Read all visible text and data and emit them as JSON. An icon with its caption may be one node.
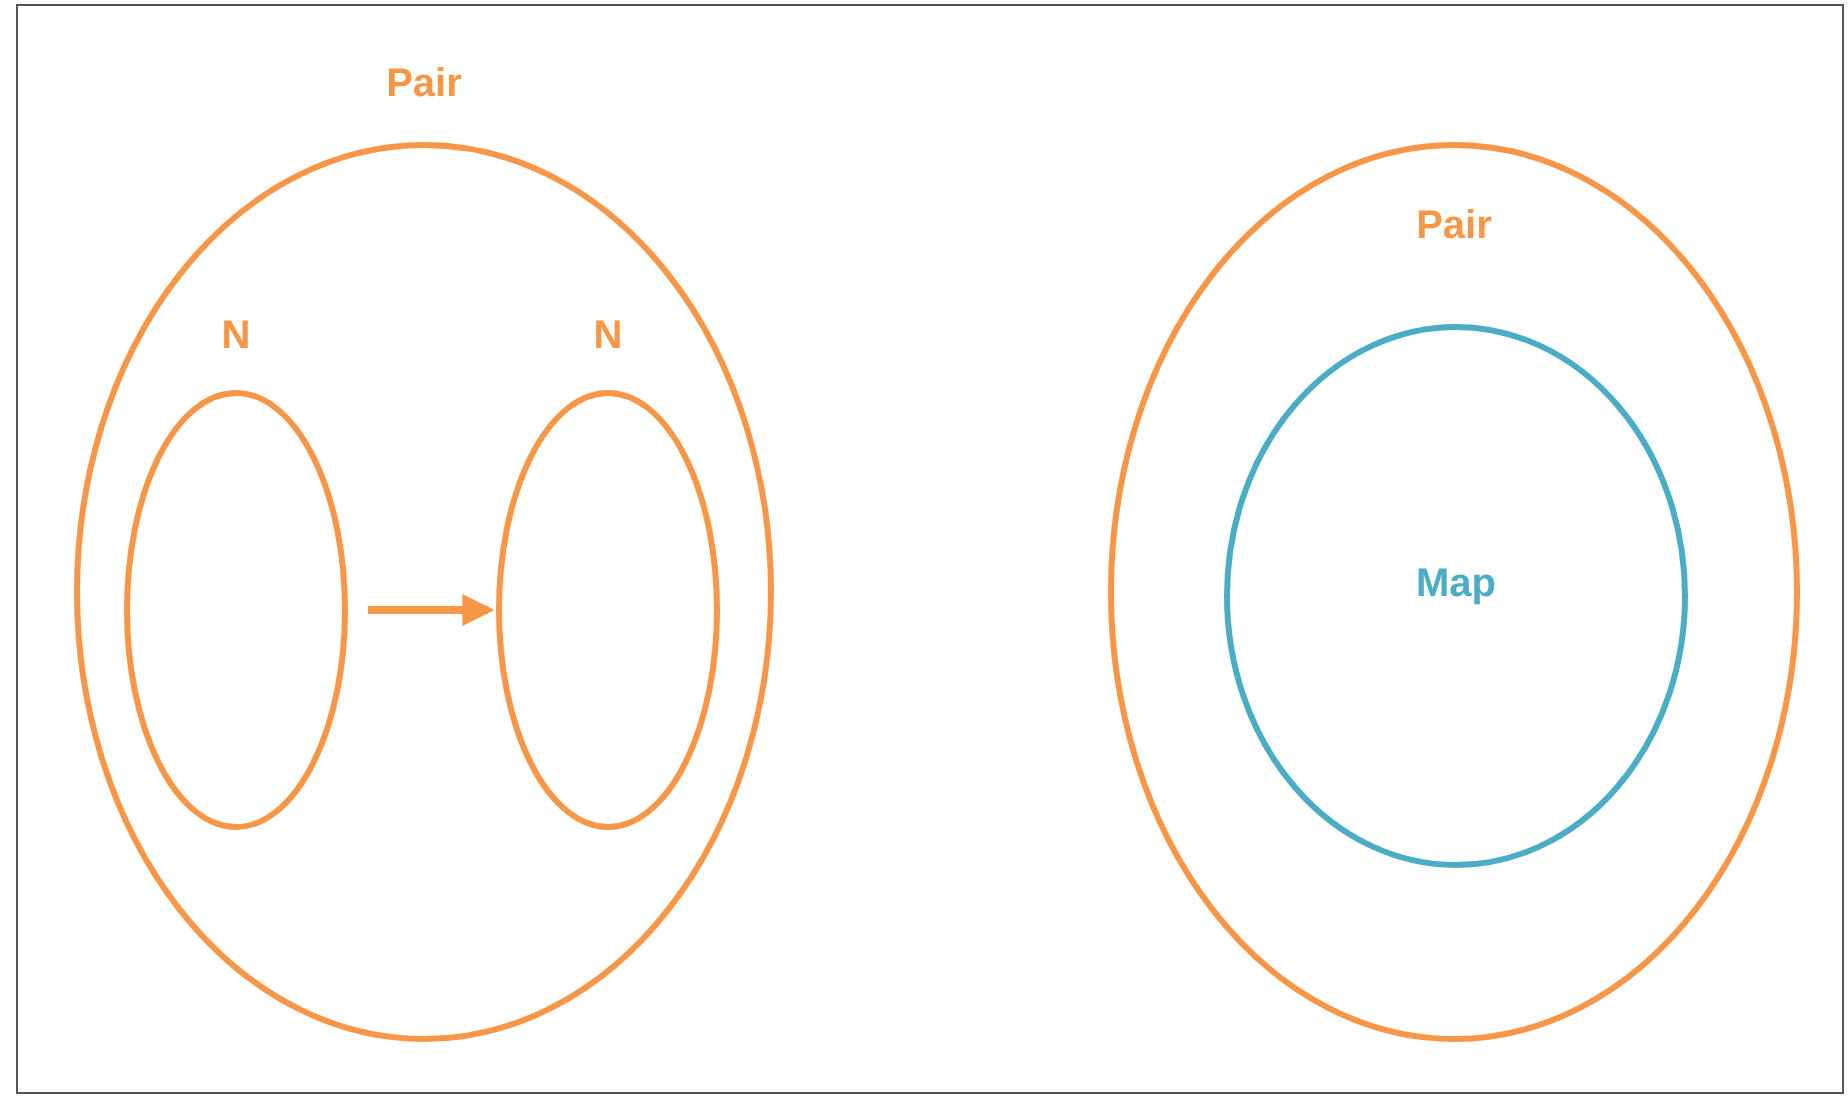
{
  "diagram": {
    "nodes": [
      {
        "text": [
          "Pair"
        ]
      },
      {
        "text": [
          "N"
        ],
        "in": 0
      },
      {
        "text": [
          "N"
        ],
        "in": 0
      },
      {
        "text": [
          "Pair"
        ]
      },
      {
        "text": [
          "Map"
        ],
        "in": 3
      }
    ],
    "edges": [
      {
        "from": 1,
        "to": 2,
        "arrow": "to"
      }
    ]
  }
}
